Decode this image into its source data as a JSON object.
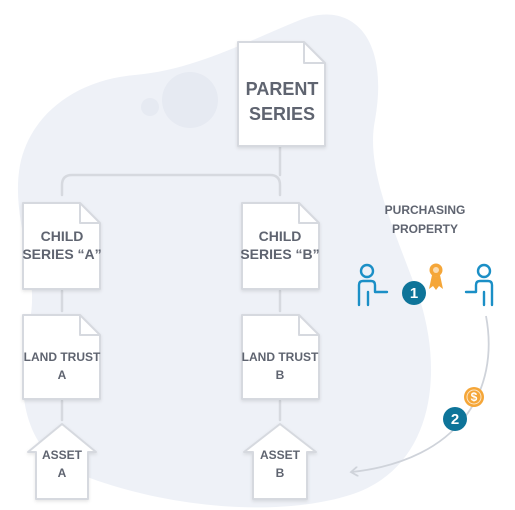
{
  "parent": {
    "line1": "PARENT",
    "line2": "SERIES"
  },
  "child_a": {
    "line1": "CHILD",
    "line2": "SERIES “A”"
  },
  "child_b": {
    "line1": "CHILD",
    "line2": "SERIES “B”"
  },
  "trust_a": {
    "line1": "LAND TRUST",
    "line2": "A"
  },
  "trust_b": {
    "line1": "LAND TRUST",
    "line2": "B"
  },
  "asset_a": {
    "line1": "ASSET",
    "line2": "A"
  },
  "asset_b": {
    "line1": "ASSET",
    "line2": "B"
  },
  "purchasing": {
    "line1": "PURCHASING",
    "line2": "PROPERTY"
  },
  "steps": {
    "step1": "1",
    "step2": "2"
  },
  "coin_symbol": "$",
  "icons": {
    "buyer": "person-handing-icon",
    "seller": "person-receiving-icon",
    "award": "award-ribbon-icon",
    "coin": "dollar-coin-icon"
  },
  "colors": {
    "blob": "#eef1f7",
    "stroke": "#d6d9df",
    "text": "#5f6470",
    "accent_blue": "#1b8fc6",
    "badge_teal": "#0e7499",
    "coin_orange": "#f5a638",
    "arrow": "#cfd3da"
  }
}
